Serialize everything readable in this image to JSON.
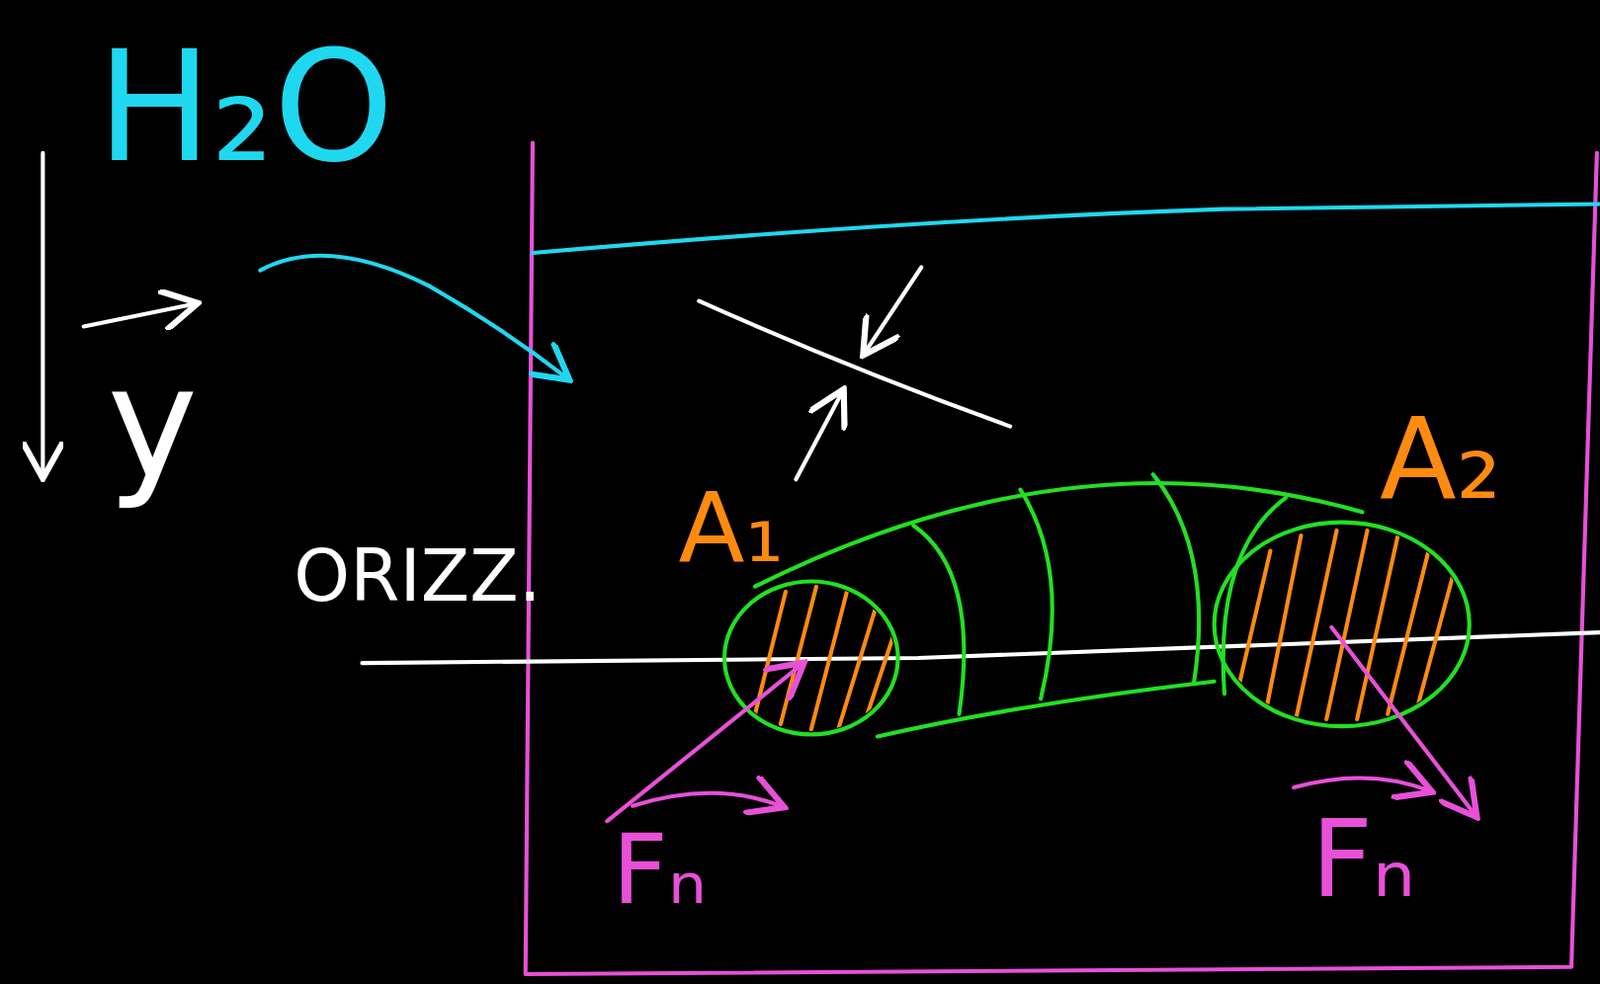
{
  "diagram": {
    "labels": [
      "H₂O",
      "y",
      "ORIZZ.",
      "A₁",
      "A₂",
      "Fₙ",
      "Fₙ"
    ]
  }
}
